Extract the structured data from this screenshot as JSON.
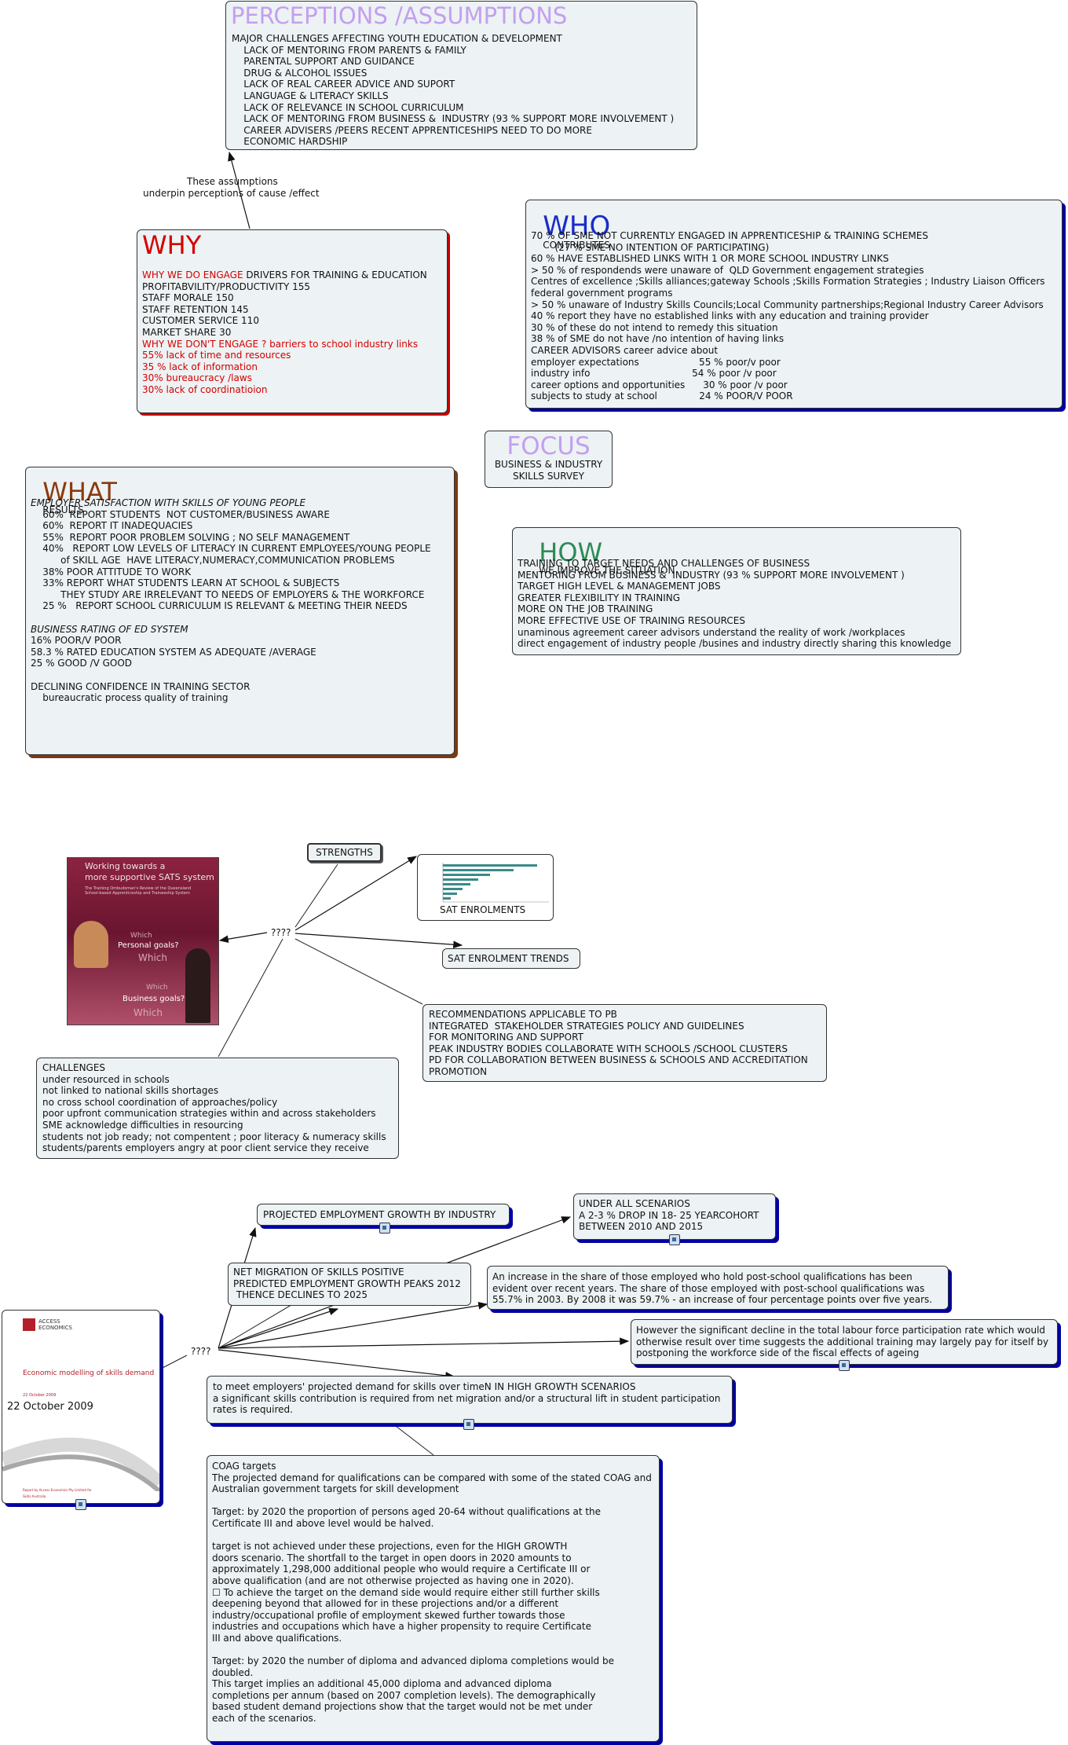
{
  "perceptions": {
    "title": "PERCEPTIONS /ASSUMPTIONS",
    "lines": [
      "MAJOR CHALLENGES AFFECTING YOUTH EDUCATION & DEVELOPMENT",
      "    LACK OF MENTORING FROM PARENTS & FAMILY",
      "    PARENTAL SUPPORT AND GUIDANCE",
      "    DRUG & ALCOHOL ISSUES",
      "    LACK OF REAL CAREER ADVICE AND SUPORT",
      "    LANGUAGE & LITERACY SKILLS",
      "    LACK OF RELEVANCE IN SCHOOL CURRICULUM",
      "    LACK OF MENTORING FROM BUSINESS &  INDUSTRY (93 % SUPPORT MORE INVOLVEMENT )",
      "    CAREER ADVISERS /PEERS RECENT APPRENTICESHIPS NEED TO DO MORE",
      "    ECONOMIC HARDSHIP"
    ]
  },
  "assumption_label": [
    "These assumptions",
    "underpin perceptions of cause /effect"
  ],
  "why": {
    "title": "WHY",
    "engage_prefix": "WHY WE DO ENGAGE",
    "engage_rest": " DRIVERS FOR TRAINING & EDUCATION",
    "lines": [
      "PROFITABVILITY/PRODUCTIVITY 155",
      "STAFF MORALE 150",
      "STAFF RETENTION 145",
      "CUSTOMER SERVICE 110",
      "MARKET SHARE 30"
    ],
    "red_lines": [
      "WHY WE DON'T ENGAGE ? barriers to school industry links",
      "55% lack of time and resources",
      "35 % lack of information",
      "30% bureaucracy /laws",
      "30% lack of coordinatioion"
    ]
  },
  "who": {
    "title": "WHO",
    "subtitle": "CONTRIBUTES",
    "lines": [
      "70 % OF SME NOT CURRENTLY ENGAGED IN APPRENTICESHIP & TRAINING SCHEMES",
      "        (27 % SME NO INTENTION OF PARTICIPATING)",
      "60 % HAVE ESTABLISHED LINKS WITH 1 OR MORE SCHOOL INDUSTRY LINKS",
      "> 50 % of respondends were unaware of  QLD Government engagement strategies",
      "Centres of excellence ;Skills alliances;gateway Schools ;Skills Formation Strategies ; Industry Liaison Officers",
      "federal government programs",
      "> 50 % unaware of Industry Skills Councils;Local Community partnerships;Regional Industry Career Advisors",
      "40 % report they have no established links with any education and training provider",
      "30 % of these do not intend to remedy this situation",
      "38 % of SME do not have /no intention of having links",
      "CAREER ADVISORS career advice about",
      "employer expectations                    55 % poor/v poor",
      "industry info                                  54 % poor /v poor",
      "career options and opportunities      30 % poor /v poor",
      "subjects to study at school              24 % POOR/V POOR"
    ]
  },
  "focus": {
    "title": "FOCUS",
    "lines": [
      "BUSINESS & INDUSTRY",
      "SKILLS SURVEY"
    ]
  },
  "what": {
    "title": "WHAT",
    "subtitle": "RESULTS",
    "heading1": "EMPLOYER SATISFACTION WITH SKILLS OF YOUNG PEOPLE",
    "lines1": [
      "    60%  REPORT STUDENTS  NOT CUSTOMER/BUSINESS AWARE",
      "    60%  REPORT IT INADEQUACIES",
      "    55%  REPORT POOR PROBLEM SOLVING ; NO SELF MANAGEMENT",
      "    40%   REPORT LOW LEVELS OF LITERACY IN CURRENT EMPLOYEES/YOUNG PEOPLE",
      "          of SKILL AGE  HAVE LITERACY,NUMERACY,COMMUNICATION PROBLEMS",
      "    38% POOR ATTITUDE TO WORK",
      "    33% REPORT WHAT STUDENTS LEARN AT SCHOOL & SUBJECTS",
      "          THEY STUDY ARE IRRELEVANT TO NEEDS OF EMPLOYERS & THE WORKFORCE",
      "    25 %   REPORT SCHOOL CURRICULUM IS RELEVANT & MEETING THEIR NEEDS"
    ],
    "heading2": "BUSINESS RATING OF ED SYSTEM",
    "lines2": [
      "16% POOR/V POOR",
      "58.3 % RATED EDUCATION SYSTEM AS ADEQUATE /AVERAGE",
      "25 % GOOD /V GOOD"
    ],
    "lines3": [
      "DECLINING CONFIDENCE IN TRAINING SECTOR",
      "    bureaucratic process quality of training"
    ]
  },
  "how": {
    "title": "HOW",
    "subtitle": "WE IMPROVE THE SITUATION",
    "lines": [
      "TRAINING TO TARGET NEEDS AND CHALLENGES OF BUSINESS",
      "MENTORING FROM BUSINESS &  INDUSTRY (93 % SUPPORT MORE INVOLVEMENT )",
      "TARGET HIGH LEVEL & MANAGEMENT JOBS",
      "GREATER FLEXIBILITY IN TRAINING",
      "MORE ON THE JOB TRAINING",
      "MORE EFFECTIVE USE OF TRAINING RESOURCES",
      "unaminous agreement career advisors understand the reality of work /workplaces",
      "direct engagement of industry people /busines and industry directly sharing this knowledge"
    ]
  },
  "sats": {
    "center": "????",
    "strengths": "STRENGTHS",
    "sat_enrolments": "SAT ENROLMENTS",
    "sat_trends": "SAT ENROLMENT TRENDS",
    "cover": {
      "title1": "Working towards a",
      "title2": "more supportive SATS system",
      "small": "The Training Ombudsman's Review of the Queensland School-based Apprenticeship and Traineeship System",
      "w1": "Which",
      "p1": "Personal goals?",
      "w2": "Which",
      "w3": "Which",
      "p2": "Business goals?",
      "w4": "Which"
    },
    "recommendations": [
      "RECOMMENDATIONS APPLICABLE TO PB",
      "INTEGRATED  STAKEHOLDER STRATEGIES POLICY AND GUIDELINES",
      "FOR MONITORING AND SUPPORT",
      "PEAK INDUSTRY BODIES COLLABORATE WITH SCHOOLS /SCHOOL CLUSTERS",
      "PD FOR COLLABORATION BETWEEN BUSINESS & SCHOOLS AND ACCREDITATION",
      "PROMOTION"
    ],
    "challenges": [
      "CHALLENGES",
      "under resourced in schools",
      "not linked to national skills shortages",
      "no cross school coordination of approaches/policy",
      "poor upfront communication strategies within and across stakeholders",
      "SME acknowledge difficulties in resourcing",
      "students not job ready; not compentent ; poor literacy & numeracy skills",
      "students/parents employers angry at poor client service they receive"
    ]
  },
  "econ": {
    "center": "????",
    "cover": {
      "brand1": "ACCESS",
      "brand2": "ECONOMICS",
      "title": "Economic modelling of skills demand",
      "small_date": "22 October 2009",
      "date": "22 October 2009",
      "footer1": "Report by Access Economics Pty Limited for",
      "footer2": "Skills Australia"
    },
    "projected": "PROJECTED EMPLOYMENT GROWTH BY INDUSTRY",
    "scenarios": [
      "UNDER ALL SCENARIOS",
      "A 2-3 % DROP IN 18- 25 YEARCOHORT",
      "BETWEEN 2010 AND 2015"
    ],
    "net_migration": [
      "NET MIGRATION OF SKILLS POSITIVE",
      "PREDICTED EMPLOYMENT GROWTH PEAKS 2012",
      " THENCE DECLINES TO 2025"
    ],
    "increase": [
      "An increase in the share of those employed who hold post-school qualifications has been",
      "evident over recent years. The share of those employed with post-school qualifications was",
      "55.7% in 2003. By 2008 it was 59.7% - an increase of four percentage points over five years."
    ],
    "decline": [
      "However the significant decline in the total labour force participation rate which would",
      "otherwise result over time suggests the additional training may largely pay for itself by",
      "postponing the workforce side of the fiscal effects of ageing"
    ],
    "demand": [
      "to meet employers' projected demand for skills over timeN IN HIGH GROWTH SCENARIOS",
      "a significant skills contribution is required from net migration and/or a structural lift in student participation",
      "rates is required."
    ],
    "coag": [
      "COAG targets",
      "The projected demand for qualifications can be compared with some of the stated COAG and",
      "Australian government targets for skill development",
      "",
      "Target: by 2020 the proportion of persons aged 20-64 without qualifications at the",
      "Certificate III and above level would be halved.",
      "",
      "target is not achieved under these projections, even for the HIGH GROWTH",
      "doors scenario. The shortfall to the target in open doors in 2020 amounts to",
      "approximately 1,298,000 additional people who would require a Certificate III or",
      "above qualification (and are not otherwise projected as having one in 2020).",
      "☐ To achieve the target on the demand side would require either still further skills",
      "deepening beyond that allowed for in these projections and/or a different",
      "industry/occupational profile of employment skewed further towards those",
      "industries and occupations which have a higher propensity to require Certificate",
      "III and above qualifications.",
      "",
      "Target: by 2020 the number of diploma and advanced diploma completions would be",
      "doubled.",
      "This target implies an additional 45,000 diploma and advanced diploma",
      "completions per annum (based on 2007 completion levels). The demographically",
      "based student demand projections show that the target would not be met under",
      "each of the scenarios."
    ]
  },
  "colors": {
    "purple_title": "#c39ff0",
    "why_red": "#d40000",
    "who_blue": "#1a2cc8",
    "what_brown": "#8b3a0e",
    "how_green": "#2e8b57",
    "box_fill": "#edf2f4"
  }
}
